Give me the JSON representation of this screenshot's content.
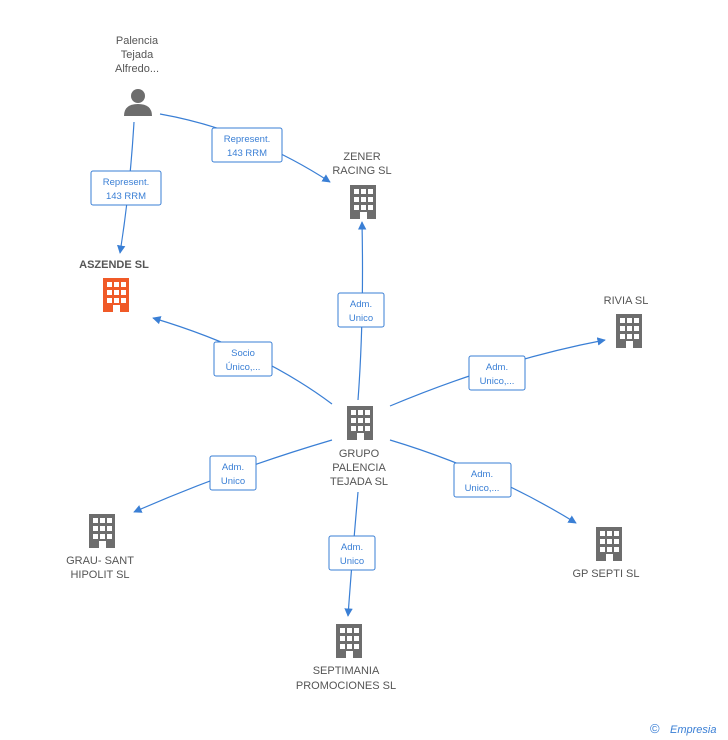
{
  "nodes": {
    "palencia": {
      "label_lines": [
        "Palencia",
        "Tejada",
        "Alfredo..."
      ],
      "type": "person"
    },
    "zener": {
      "label_lines": [
        "ZENER",
        "RACING  SL"
      ],
      "type": "company"
    },
    "aszende": {
      "label_lines": [
        "ASZENDE  SL"
      ],
      "type": "company-highlight"
    },
    "rivia": {
      "label_lines": [
        "RIVIA SL"
      ],
      "type": "company"
    },
    "grupo": {
      "label_lines": [
        "GRUPO",
        "PALENCIA",
        "TEJADA SL"
      ],
      "type": "company"
    },
    "grau": {
      "label_lines": [
        "GRAU- SANT",
        "HIPOLIT  SL"
      ],
      "type": "company"
    },
    "gp_septi": {
      "label_lines": [
        "GP SEPTI SL"
      ],
      "type": "company"
    },
    "septimania": {
      "label_lines": [
        "SEPTIMANIA",
        "PROMOCIONES SL"
      ],
      "type": "company"
    }
  },
  "edges": [
    {
      "id": "palencia-zener",
      "label_lines": [
        "Represent.",
        "143 RRM"
      ]
    },
    {
      "id": "palencia-aszende",
      "label_lines": [
        "Represent.",
        "143 RRM"
      ]
    },
    {
      "id": "grupo-zener",
      "label_lines": [
        "Adm.",
        "Unico"
      ]
    },
    {
      "id": "grupo-aszende",
      "label_lines": [
        "Socio",
        "Único,..."
      ]
    },
    {
      "id": "grupo-rivia",
      "label_lines": [
        "Adm.",
        "Unico,..."
      ]
    },
    {
      "id": "grupo-grau",
      "label_lines": [
        "Adm.",
        "Unico"
      ]
    },
    {
      "id": "grupo-gpsepti",
      "label_lines": [
        "Adm.",
        "Unico,..."
      ]
    },
    {
      "id": "grupo-septimania",
      "label_lines": [
        "Adm.",
        "Unico"
      ]
    }
  ],
  "colors": {
    "edge": "#3a7fd5",
    "building": "#6d6d6d",
    "building_highlight": "#f05a28",
    "person": "#6d6d6d"
  },
  "footer": {
    "copyright_symbol": "©",
    "brand": "Empresia"
  }
}
